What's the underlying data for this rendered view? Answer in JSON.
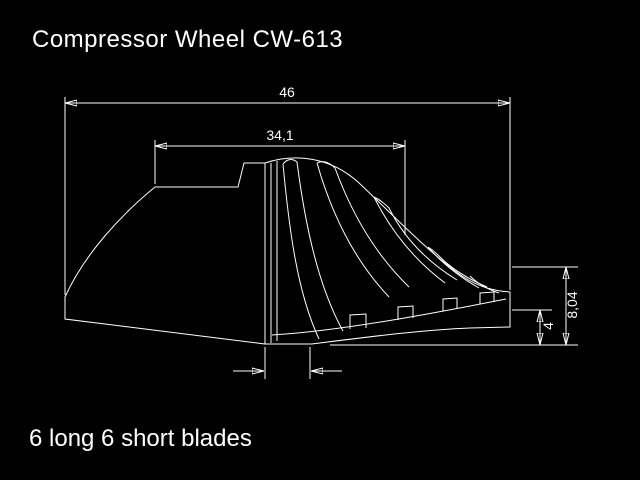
{
  "page": {
    "title": "Compressor Wheel CW-613",
    "footer": "6 long 6 short blades"
  },
  "dimensions": {
    "overall_width": "46",
    "hub_width": "34,1",
    "exducer_height": "8,04",
    "backplate_thickness": "4"
  },
  "colors": {
    "background": "#000000",
    "line": "#ffffff"
  }
}
